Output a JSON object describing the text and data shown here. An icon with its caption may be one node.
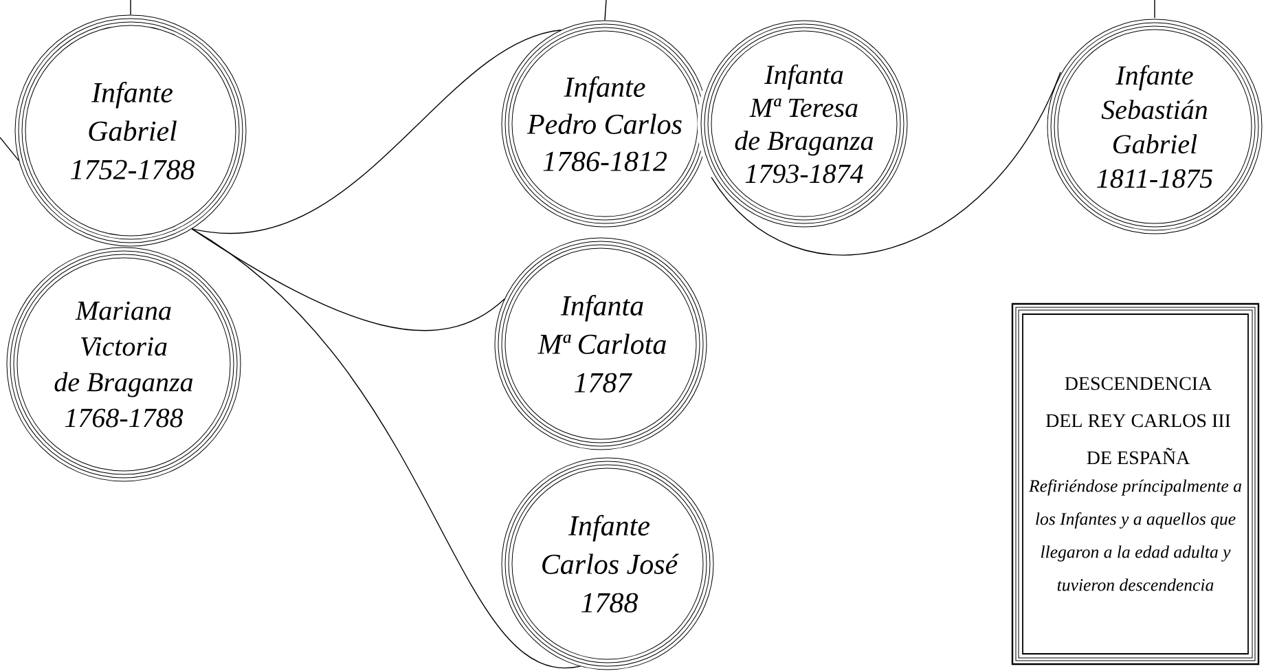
{
  "diagram": {
    "nodes": [
      {
        "text": [
          "Infante Gabriel 1752-1788"
        ]
      },
      {
        "text": [
          "Mariana Victoria de Braganza 1768-1788"
        ]
      },
      {
        "text": [
          "Infante Pedro Carlos 1786-1812"
        ]
      },
      {
        "text": [
          "Infanta Mª Teresa de Braganza 1793-1874"
        ]
      },
      {
        "text": [
          "Infanta Mª Carlota 1787"
        ]
      },
      {
        "text": [
          "Infante Carlos José 1788"
        ]
      },
      {
        "text": [
          "Infante Sebastián Gabriel 1811-1875"
        ]
      },
      {
        "text": [
          "DESCENDENCIA DEL REY CARLOS III DE ESPAÑA",
          "Refiriéndose príncipalmente a los Infantes y a aquellos que llegaron a la edad adulta y tuvieron descendencia"
        ]
      }
    ],
    "edges": [
      {
        "from": null,
        "to": 0,
        "arrow": "none"
      },
      {
        "from": null,
        "to": 0,
        "arrow": "none"
      },
      {
        "from": 0,
        "to": 2,
        "arrow": "none"
      },
      {
        "from": null,
        "to": 2,
        "arrow": "none"
      },
      {
        "from": 0,
        "to": 4,
        "arrow": "none"
      },
      {
        "from": 0,
        "to": 5,
        "arrow": "none"
      },
      {
        "from": 3,
        "to": 6,
        "arrow": "none"
      },
      {
        "from": null,
        "to": 6,
        "arrow": "none"
      }
    ]
  }
}
